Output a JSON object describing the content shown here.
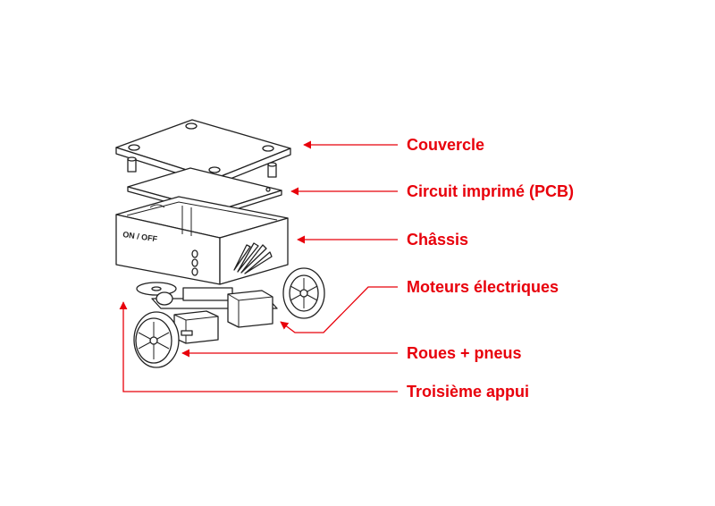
{
  "colors": {
    "annotation": "#e8000b",
    "line_art": "#222222",
    "background": "#ffffff"
  },
  "labels": {
    "cover": "Couvercle",
    "pcb": "Circuit imprimé (PCB)",
    "chassis": "Châssis",
    "motors": "Moteurs électriques",
    "wheels": "Roues + pneus",
    "third_support": "Troisième appui"
  },
  "chassis_marking": "ON / OFF"
}
